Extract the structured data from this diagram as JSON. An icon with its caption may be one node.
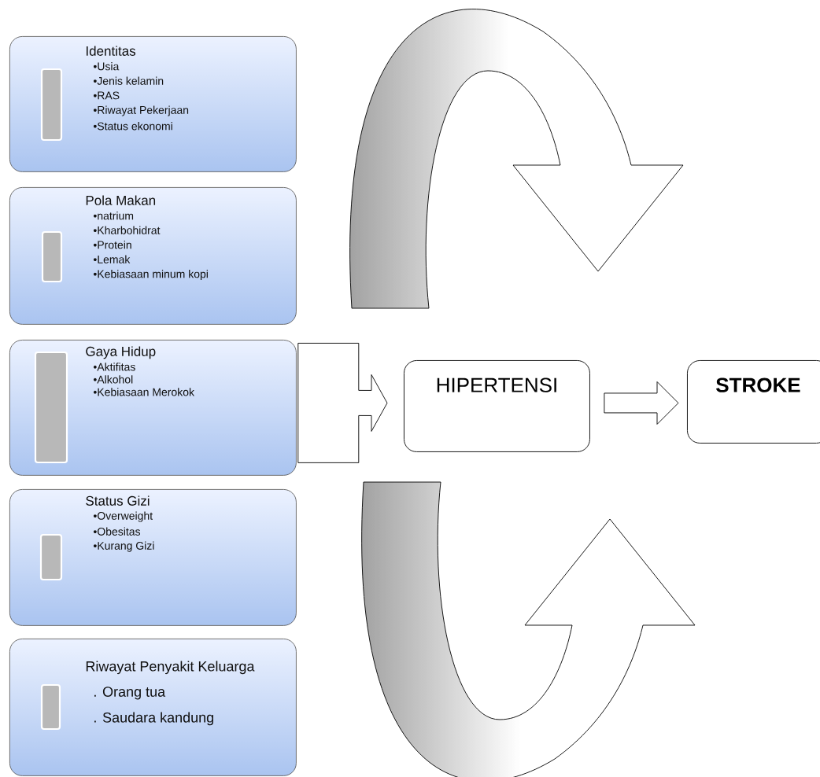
{
  "diagram": {
    "nodes": [
      {
        "text": [
          "Identitas",
          "•Usia",
          "•Jenis kelamin",
          "•RAS",
          "•Riwayat Pekerjaan",
          "•Status ekonomi"
        ]
      },
      {
        "text": [
          "Pola Makan",
          "•natrium",
          "•Kharbohidrat",
          "•Protein",
          "•Lemak",
          "•Kebiasaan minum kopi"
        ]
      },
      {
        "text": [
          "Gaya Hidup",
          "•Aktifitas",
          "•Alkohol",
          "•Kebiasaan Merokok"
        ]
      },
      {
        "text": [
          "Status Gizi",
          "•Overweight",
          "•Obesitas",
          "•Kurang Gizi"
        ]
      },
      {
        "text": [
          "Riwayat Penyakit Keluarga",
          ". Orang tua",
          ". Saudara kandung"
        ]
      },
      {
        "text": [
          "HIPERTENSI"
        ]
      },
      {
        "text": [
          "STROKE"
        ]
      }
    ],
    "edges": [
      {
        "from": 2,
        "to": 5,
        "arrow": "to"
      },
      {
        "from": 5,
        "to": 6,
        "arrow": "to"
      }
    ]
  }
}
